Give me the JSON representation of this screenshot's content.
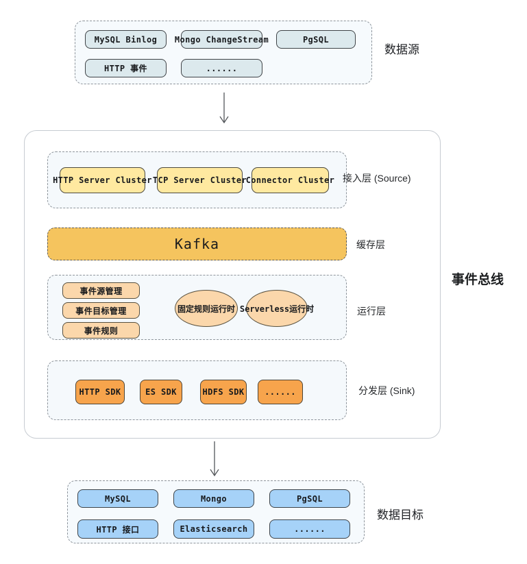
{
  "labels": {
    "data_source": "数据源",
    "event_bus": "事件总线",
    "data_target": "数据目标",
    "access_layer": "接入层 (Source)",
    "cache_layer": "缓存层",
    "runtime_layer": "运行层",
    "sink_layer": "分发层 (Sink)"
  },
  "data_source": {
    "items": [
      "MySQL Binlog",
      "Mongo ChangeStream",
      "PgSQL",
      "HTTP 事件",
      "......"
    ]
  },
  "event_bus": {
    "access": {
      "items": [
        "HTTP Server Cluster",
        "TCP Server Cluster",
        "Connector Cluster"
      ]
    },
    "cache": {
      "item": "Kafka"
    },
    "runtime": {
      "management_boxes": [
        "事件源管理",
        "事件目标管理",
        "事件规则"
      ],
      "runtimes": [
        "固定规则运行时",
        "Serverless运行时"
      ]
    },
    "sink": {
      "items": [
        "HTTP SDK",
        "ES SDK",
        "HDFS SDK",
        "......"
      ]
    }
  },
  "data_target": {
    "items": [
      "MySQL",
      "Mongo",
      "PgSQL",
      "HTTP 接口",
      "Elasticsearch",
      "......"
    ]
  },
  "colors": {
    "source_item_fill": "#dce9ed",
    "access_item_fill": "#ffe9a0",
    "kafka_fill": "#f5c45e",
    "runtime_item_fill": "#fbd7ab",
    "sink_item_fill": "#f7a44c",
    "target_item_fill": "#a6d2f8",
    "container_fill": "#f5f9fc",
    "outer_container_fill": "#f6fafd"
  }
}
